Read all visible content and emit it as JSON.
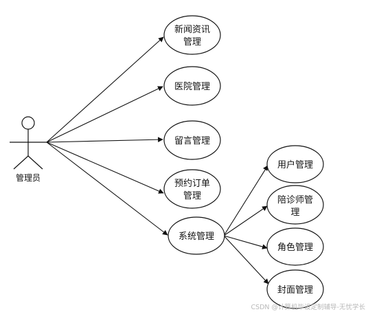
{
  "actor": {
    "label": "管理员"
  },
  "use_cases": {
    "news": {
      "lines": [
        "新闻资讯",
        "管理"
      ]
    },
    "hospital": {
      "lines": [
        "医院管理"
      ]
    },
    "message": {
      "lines": [
        "留言管理"
      ]
    },
    "order": {
      "lines": [
        "预约订单",
        "管理"
      ]
    },
    "system": {
      "lines": [
        "系统管理"
      ]
    },
    "user": {
      "lines": [
        "用户管理"
      ]
    },
    "escort": {
      "lines": [
        "陪诊师管",
        "理"
      ]
    },
    "role": {
      "lines": [
        "角色管理"
      ]
    },
    "cover": {
      "lines": [
        "封面管理"
      ]
    }
  },
  "watermark": "CSDN @计算机毕设定制辅导-无忧学长",
  "colors": {
    "stroke": "#111111",
    "fill": "#ffffff",
    "watermark": "#b9b9b9"
  }
}
